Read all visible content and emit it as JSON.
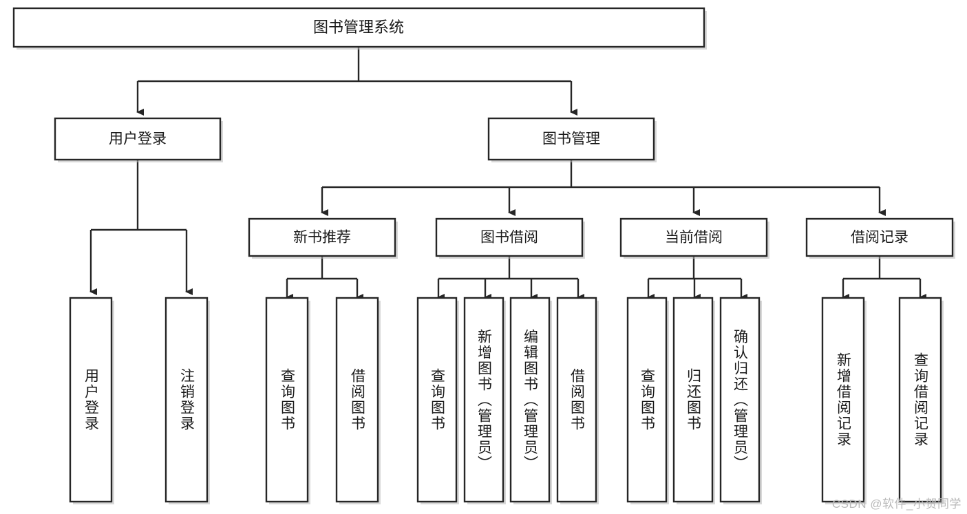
{
  "diagram": {
    "title": "图书管理系统",
    "type": "tree",
    "watermark": "CSDN @软件_小贺同学",
    "style": {
      "box_fill": "#ffffff",
      "box_stroke": "#262626",
      "text_color": "#1a1a1a",
      "shadow_color": "#b8b8b8",
      "watermark_color": "#b9b9b9",
      "background": "#ffffff"
    },
    "levels": {
      "root": "图书管理系统",
      "level2": [
        "用户登录",
        "图书管理"
      ],
      "level3": [
        "新书推荐",
        "图书借阅",
        "当前借阅",
        "借阅记录"
      ]
    },
    "nodes": {
      "root": {
        "label": "图书管理系统"
      },
      "user_login": {
        "label": "用户登录"
      },
      "book_manage": {
        "label": "图书管理"
      },
      "new_book_rec": {
        "label": "新书推荐"
      },
      "book_borrow": {
        "label": "图书借阅"
      },
      "current_borrow": {
        "label": "当前借阅"
      },
      "borrow_record": {
        "label": "借阅记录"
      }
    },
    "leaves": {
      "user_login": [
        {
          "label": "用户登录"
        },
        {
          "label": "注销登录"
        }
      ],
      "new_book_rec": [
        {
          "label": "查询图书"
        },
        {
          "label": "借阅图书"
        }
      ],
      "book_borrow": [
        {
          "label": "查询图书"
        },
        {
          "label": "新增图书（管理员）"
        },
        {
          "label": "编辑图书（管理员）"
        },
        {
          "label": "借阅图书"
        }
      ],
      "current_borrow": [
        {
          "label": "查询图书"
        },
        {
          "label": "归还图书"
        },
        {
          "label": "确认归还（管理员）"
        }
      ],
      "borrow_record": [
        {
          "label": "新增借阅记录"
        },
        {
          "label": "查询借阅记录"
        }
      ]
    }
  }
}
